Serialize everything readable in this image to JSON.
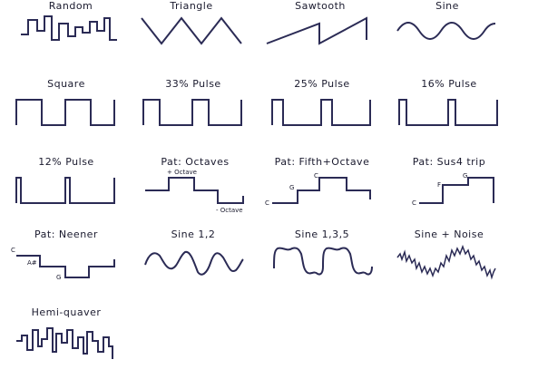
{
  "waveforms": [
    {
      "id": "random",
      "label": "Random"
    },
    {
      "id": "triangle",
      "label": "Triangle"
    },
    {
      "id": "sawtooth",
      "label": "Sawtooth"
    },
    {
      "id": "sine",
      "label": "Sine"
    },
    {
      "id": "square",
      "label": "Square"
    },
    {
      "id": "pulse33",
      "label": "33% Pulse"
    },
    {
      "id": "pulse25",
      "label": "25% Pulse"
    },
    {
      "id": "pulse16",
      "label": "16% Pulse"
    },
    {
      "id": "pulse12",
      "label": "12% Pulse"
    },
    {
      "id": "pat-octaves",
      "label": "Pat: Octaves",
      "notes": [
        "+ Octave",
        "- Octave"
      ]
    },
    {
      "id": "pat-fifth-octave",
      "label": "Pat: Fifth+Octave",
      "notes": [
        "C",
        "G",
        "C"
      ]
    },
    {
      "id": "pat-sus4-trip",
      "label": "Pat: Sus4 trip",
      "notes": [
        "G",
        "F",
        "C"
      ]
    },
    {
      "id": "pat-neener",
      "label": "Pat: Neener",
      "notes": [
        "C",
        "A#",
        "G"
      ]
    },
    {
      "id": "sine12",
      "label": "Sine 1,2"
    },
    {
      "id": "sine135",
      "label": "Sine 1,3,5"
    },
    {
      "id": "sine-noise",
      "label": "Sine + Noise"
    },
    {
      "id": "hemi-quaver",
      "label": "Hemi-quaver"
    }
  ],
  "style": {
    "stroke_color": "#2b2b55",
    "text_color": "#1a1a2e"
  }
}
